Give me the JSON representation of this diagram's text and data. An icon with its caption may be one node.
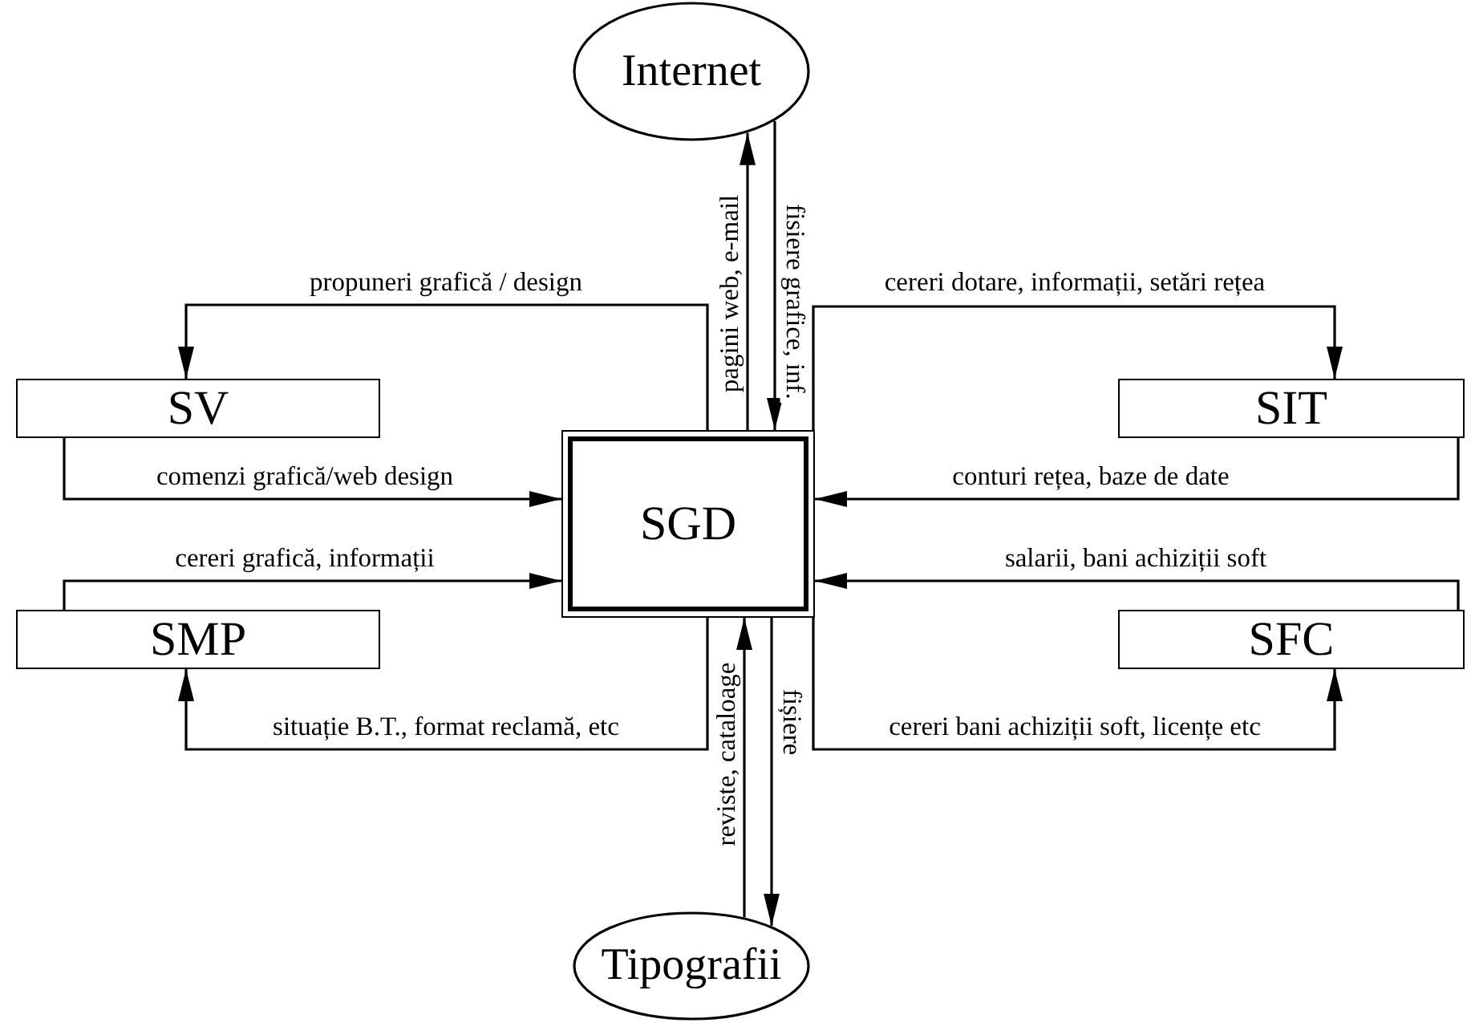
{
  "diagram": {
    "nodes": [
      {
        "text": [
          "Internet"
        ]
      },
      {
        "text": [
          "SV"
        ]
      },
      {
        "text": [
          "SGD"
        ]
      },
      {
        "text": [
          "SIT"
        ]
      },
      {
        "text": [
          "SMP"
        ]
      },
      {
        "text": [
          "SFC"
        ]
      },
      {
        "text": [
          "Tipografii"
        ]
      }
    ],
    "edges": [
      {
        "from": 2,
        "to": 1,
        "arrow": "to",
        "label": "propuneri grafică / design"
      },
      {
        "from": 1,
        "to": 2,
        "arrow": "to",
        "label": "comenzi grafică/web design"
      },
      {
        "from": 4,
        "to": 2,
        "arrow": "to",
        "label": "cereri grafică, informații"
      },
      {
        "from": 2,
        "to": 4,
        "arrow": "to",
        "label": "situație B.T., format reclamă, etc"
      },
      {
        "from": 2,
        "to": 0,
        "arrow": "to",
        "label": "pagini web, e-mail"
      },
      {
        "from": 0,
        "to": 2,
        "arrow": "to",
        "label": "fisiere grafice, inf."
      },
      {
        "from": 2,
        "to": 3,
        "arrow": "to",
        "label": "cereri dotare, informații, setări rețea"
      },
      {
        "from": 3,
        "to": 2,
        "arrow": "to",
        "label": "conturi rețea, baze de date"
      },
      {
        "from": 5,
        "to": 2,
        "arrow": "to",
        "label": "salarii, bani achiziții soft"
      },
      {
        "from": 2,
        "to": 5,
        "arrow": "to",
        "label": "cereri bani achiziții soft, licențe etc"
      },
      {
        "from": 6,
        "to": 2,
        "arrow": "to",
        "label": "reviste, cataloage"
      },
      {
        "from": 2,
        "to": 6,
        "arrow": "to",
        "label": "fișiere"
      }
    ]
  }
}
